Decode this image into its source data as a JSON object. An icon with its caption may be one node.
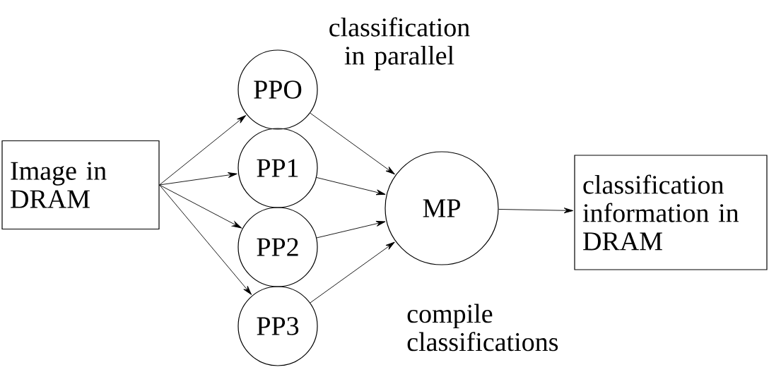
{
  "diagram": {
    "nodes": [
      {
        "text": [
          "Image in DRAM"
        ]
      },
      {
        "text": [
          "PPO"
        ]
      },
      {
        "text": [
          "PP1"
        ]
      },
      {
        "text": [
          "PP2"
        ]
      },
      {
        "text": [
          "PP3"
        ]
      },
      {
        "text": [
          "MP"
        ]
      },
      {
        "text": [
          "classification information in DRAM"
        ]
      }
    ],
    "edges": [
      {
        "from": 0,
        "to": 1,
        "arrow": "to"
      },
      {
        "from": 0,
        "to": 2,
        "arrow": "to"
      },
      {
        "from": 0,
        "to": 3,
        "arrow": "to"
      },
      {
        "from": 0,
        "to": 4,
        "arrow": "to"
      },
      {
        "from": 1,
        "to": 5,
        "arrow": "to"
      },
      {
        "from": 2,
        "to": 5,
        "arrow": "to"
      },
      {
        "from": 3,
        "to": 5,
        "arrow": "to"
      },
      {
        "from": 4,
        "to": 5,
        "arrow": "to"
      },
      {
        "from": 5,
        "to": 6,
        "arrow": "to"
      }
    ],
    "labels": [
      "classification in parallel",
      "compile classifications"
    ]
  }
}
